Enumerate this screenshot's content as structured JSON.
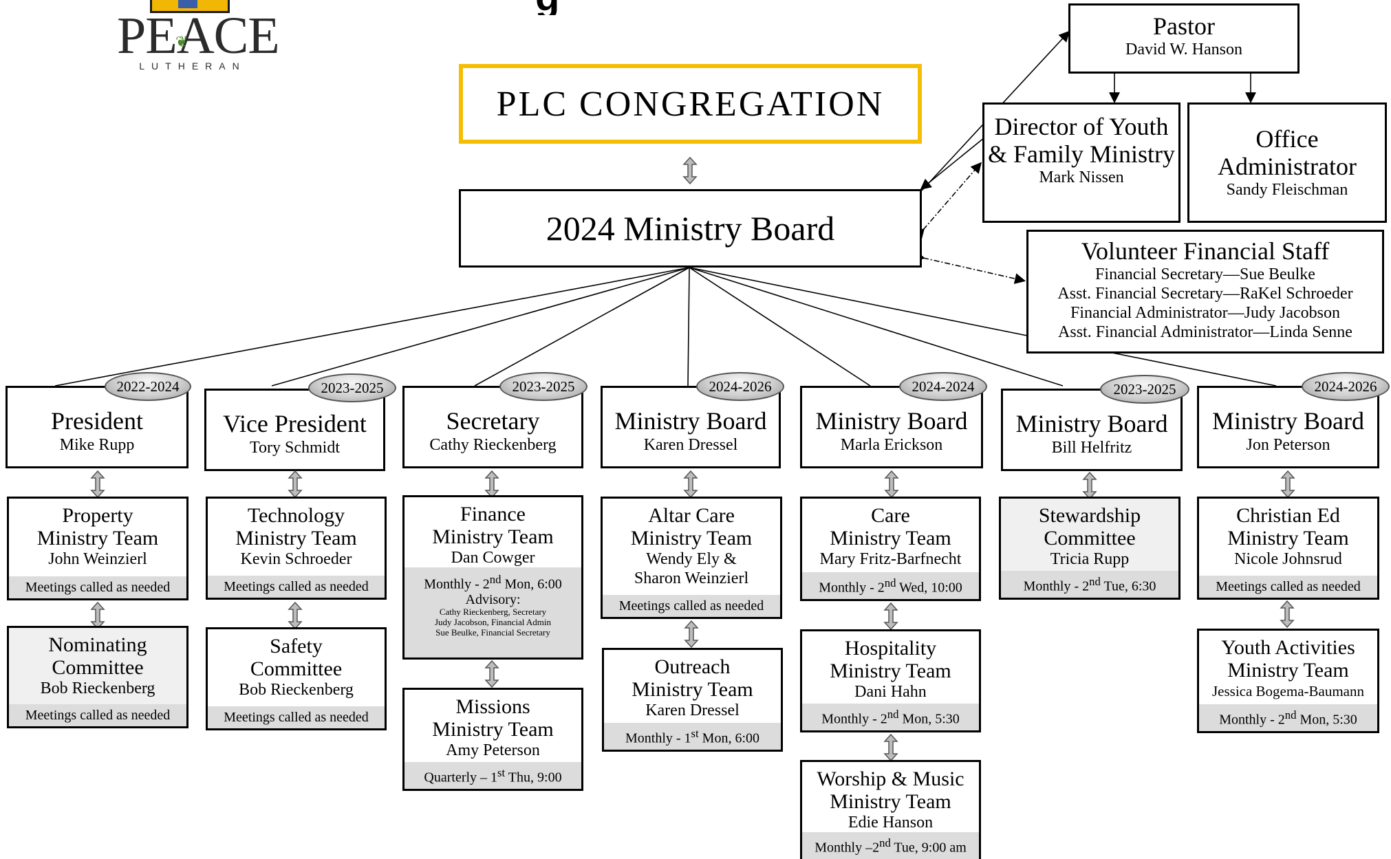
{
  "logo": {
    "word": "PEACE",
    "sub": "LUTHERAN"
  },
  "title_fragment": "g",
  "congregation": "PLC CONGREGATION",
  "board": "2024 Ministry Board",
  "pastor": {
    "title": "Pastor",
    "name": "David W. Hanson"
  },
  "youth_director": {
    "title": "Director of Youth & Family Ministry",
    "name": "Mark Nissen"
  },
  "office_admin": {
    "title": "Office Administrator",
    "name": "Sandy Fleischman"
  },
  "volunteer_staff": {
    "title": "Volunteer Financial Staff",
    "rows": [
      "Financial Secretary—Sue Beulke",
      "Asst. Financial Secretary—RaKel Schroeder",
      "Financial Administrator—Judy Jacobson",
      "Asst. Financial Administrator—Linda Senne"
    ]
  },
  "leaders": [
    {
      "term": "2022-2024",
      "title": "President",
      "name": "Mike Rupp"
    },
    {
      "term": "2023-2025",
      "title": "Vice President",
      "name": "Tory Schmidt"
    },
    {
      "term": "2023-2025",
      "title": "Secretary",
      "name": "Cathy Rieckenberg"
    },
    {
      "term": "2024-2026",
      "title": "Ministry Board",
      "name": "Karen Dressel"
    },
    {
      "term": "2024-2024",
      "title": "Ministry Board",
      "name": "Marla Erickson"
    },
    {
      "term": "2023-2025",
      "title": "Ministry Board",
      "name": "Bill Helfritz"
    },
    {
      "term": "2024-2026",
      "title": "Ministry Board",
      "name": "Jon Peterson"
    }
  ],
  "teams": {
    "property": {
      "l1": "Property",
      "l2": "Ministry Team",
      "name": "John Weinzierl",
      "meet": "Meetings called as needed"
    },
    "nominating": {
      "l1": "Nominating",
      "l2": "Committee",
      "name": "Bob Rieckenberg",
      "meet": "Meetings called as needed"
    },
    "technology": {
      "l1": "Technology",
      "l2": "Ministry Team",
      "name": "Kevin Schroeder",
      "meet": "Meetings called as needed"
    },
    "safety": {
      "l1": "Safety",
      "l2": "Committee",
      "name": "Bob Rieckenberg",
      "meet": "Meetings called as needed"
    },
    "finance": {
      "l1": "Finance",
      "l2": "Ministry Team",
      "name": "Dan Cowger",
      "meet_a": "Monthly - 2",
      "meet_sup": "nd",
      "meet_b": " Mon, 6:00",
      "advisory": "Advisory:",
      "adv_rows": [
        "Cathy Rieckenberg, Secretary",
        "Judy Jacobson, Financial Admin",
        "Sue Beulke, Financial Secretary"
      ]
    },
    "missions": {
      "l1": "Missions",
      "l2": "Ministry Team",
      "name": "Amy Peterson",
      "meet_a": "Quarterly – 1",
      "meet_sup": "st",
      "meet_b": " Thu, 9:00"
    },
    "altar": {
      "l1": "Altar Care",
      "l2": "Ministry Team",
      "name": "Wendy Ely &",
      "name2": "Sharon Weinzierl",
      "meet": "Meetings called as needed"
    },
    "outreach": {
      "l1": "Outreach",
      "l2": "Ministry Team",
      "name": "Karen Dressel",
      "meet_a": "Monthly - 1",
      "meet_sup": "st",
      "meet_b": " Mon, 6:00"
    },
    "care": {
      "l1": "Care",
      "l2": "Ministry Team",
      "name": "Mary Fritz-Barfnecht",
      "meet_a": "Monthly - 2",
      "meet_sup": "nd",
      "meet_b": " Wed, 10:00"
    },
    "hospitality": {
      "l1": "Hospitality",
      "l2": "Ministry Team",
      "name": "Dani Hahn",
      "meet_a": "Monthly - 2",
      "meet_sup": "nd",
      "meet_b": " Mon, 5:30"
    },
    "worship": {
      "l1": "Worship & Music",
      "l2": "Ministry Team",
      "name": "Edie Hanson",
      "meet_a": "Monthly –2",
      "meet_sup": "nd",
      "meet_b": " Tue, 9:00 am"
    },
    "stewardship": {
      "l1": "Stewardship",
      "l2": "Committee",
      "name": "Tricia Rupp",
      "meet_a": "Monthly - 2",
      "meet_sup": "nd",
      "meet_b": " Tue, 6:30"
    },
    "christian_ed": {
      "l1": "Christian Ed",
      "l2": "Ministry Team",
      "name": "Nicole Johnsrud",
      "meet": "Meetings called as needed"
    },
    "youth_activities": {
      "l1": "Youth Activities",
      "l2": "Ministry Team",
      "name": "Jessica Bogema-Baumann",
      "meet_a": "Monthly - 2",
      "meet_sup": "nd",
      "meet_b": " Mon, 5:30"
    }
  }
}
